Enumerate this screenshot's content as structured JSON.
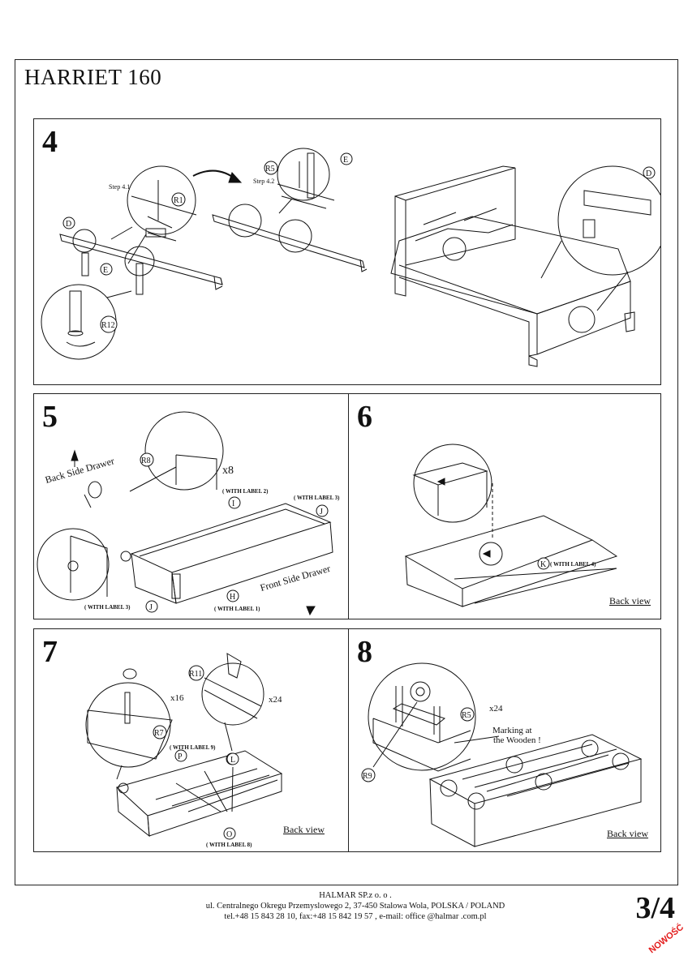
{
  "title": "HARRIET 160",
  "steps": {
    "s4": {
      "number": "4",
      "substep_a": "Step 4.1",
      "substep_b": "Step 4.2",
      "parts": {
        "r1": "R1",
        "r5": "R5",
        "e_top": "E",
        "d_left": "D",
        "e_left": "E",
        "r12": "R12",
        "d_right": "D"
      }
    },
    "s5": {
      "number": "5",
      "back_side": "Back Side Drawer",
      "front_side": "Front Side Drawer",
      "r8": "R8",
      "qty": "x8",
      "label2": "( WITH LABEL 2)",
      "label3": "( WITH LABEL 3)",
      "label3b": "( WITH LABEL 3)",
      "label1": "( WITH LABEL 1)",
      "i": "I",
      "j": "J",
      "j2": "J",
      "h": "H"
    },
    "s6": {
      "number": "6",
      "k": "K",
      "label4": "( WITH LABEL 4)",
      "back_view": "Back view"
    },
    "s7": {
      "number": "7",
      "r11": "R11",
      "r7": "R7",
      "qty_a": "x16",
      "qty_b": "x24",
      "label9": "( WITH LABEL 9)",
      "label8": "( WITH LABEL 8)",
      "p": "P",
      "l": "L",
      "o": "O",
      "back_view": "Back view"
    },
    "s8": {
      "number": "8",
      "r5": "R5",
      "r9": "R9",
      "qty": "x24",
      "marking_1": "Marking at",
      "marking_2": "the Wooden !",
      "back_view": "Back view"
    }
  },
  "footer": {
    "company": "HALMAR SP.z o. o .",
    "address": "ul. Centralnego Okregu Przemyslowego 2, 37-450 Stalowa Wola, POLSKA / POLAND",
    "contact": "tel.+48 15 843 28 10, fax:+48 15 842 19 57 , e-mail: office @halmar .com.pl"
  },
  "page_number": "3/4",
  "stamp": "NOWOŚĆ"
}
